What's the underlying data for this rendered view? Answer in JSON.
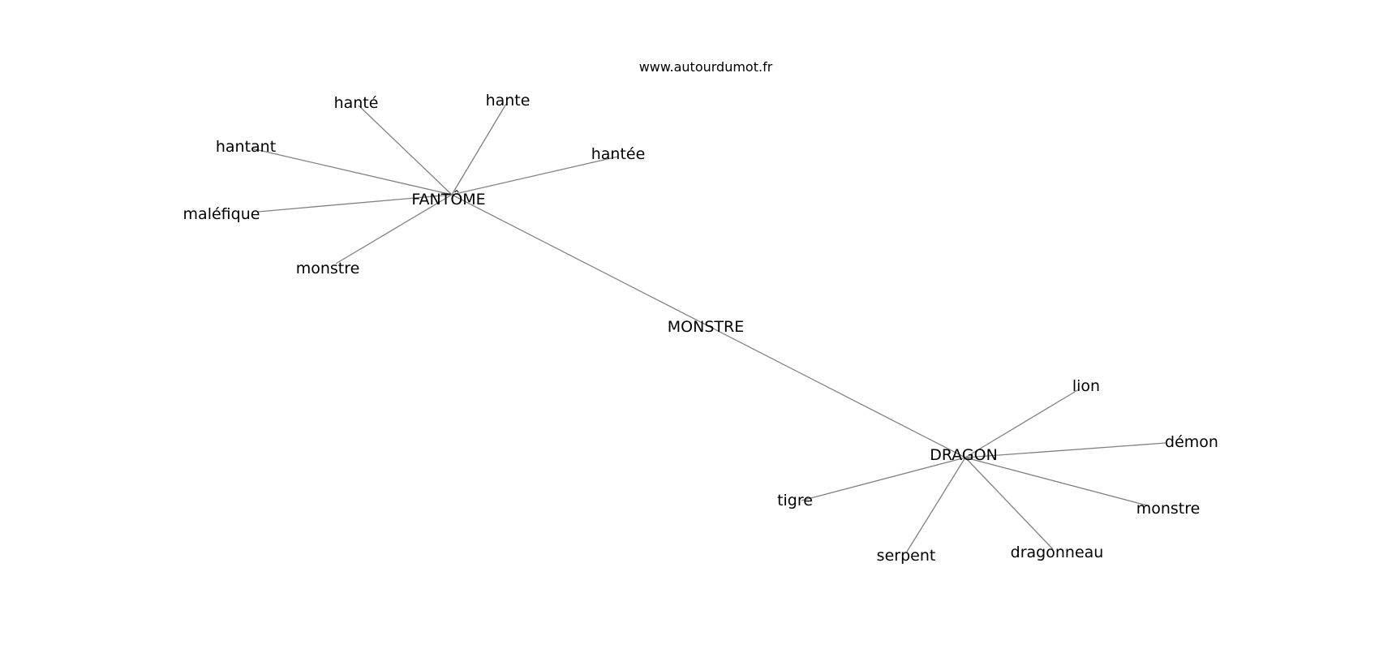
{
  "source": "www.autourdumot.fr",
  "colors": {
    "edge": "#808080",
    "text": "#000000",
    "background": "#ffffff"
  },
  "nodes": [
    {
      "id": "monstre_center",
      "label": "MONSTRE"
    },
    {
      "id": "fantome",
      "label": "FANTÔME"
    },
    {
      "id": "dragon",
      "label": "DRAGON"
    },
    {
      "id": "hante_acc",
      "label": "hanté"
    },
    {
      "id": "hante",
      "label": "hante"
    },
    {
      "id": "hantant",
      "label": "hantant"
    },
    {
      "id": "hantee",
      "label": "hantée"
    },
    {
      "id": "malefique",
      "label": "maléfique"
    },
    {
      "id": "monstre_f",
      "label": "monstre"
    },
    {
      "id": "lion",
      "label": "lion"
    },
    {
      "id": "demon",
      "label": "démon"
    },
    {
      "id": "tigre",
      "label": "tigre"
    },
    {
      "id": "monstre_d",
      "label": "monstre"
    },
    {
      "id": "serpent",
      "label": "serpent"
    },
    {
      "id": "dragonneau",
      "label": "dragonneau"
    }
  ],
  "edges": [
    [
      "fantome",
      "dragon"
    ],
    [
      "fantome",
      "hante_acc"
    ],
    [
      "fantome",
      "hante"
    ],
    [
      "fantome",
      "hantant"
    ],
    [
      "fantome",
      "hantee"
    ],
    [
      "fantome",
      "malefique"
    ],
    [
      "fantome",
      "monstre_f"
    ],
    [
      "dragon",
      "lion"
    ],
    [
      "dragon",
      "demon"
    ],
    [
      "dragon",
      "tigre"
    ],
    [
      "dragon",
      "monstre_d"
    ],
    [
      "dragon",
      "serpent"
    ],
    [
      "dragon",
      "dragonneau"
    ]
  ]
}
